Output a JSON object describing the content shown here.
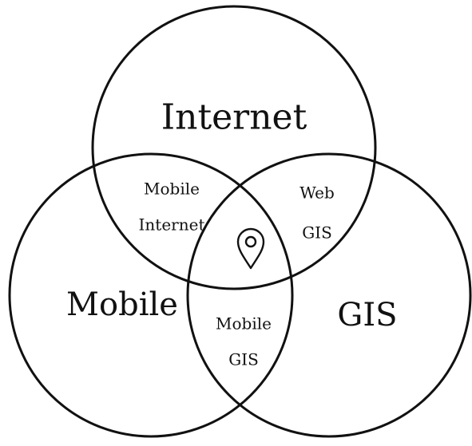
{
  "diagram": {
    "sets": {
      "internet": {
        "label": "Internet"
      },
      "mobile": {
        "label": "Mobile"
      },
      "gis": {
        "label": "GIS"
      }
    },
    "intersections": {
      "internet_mobile": {
        "line1": "Mobile",
        "line2": "Internet"
      },
      "internet_gis": {
        "line1": "Web",
        "line2": "GIS"
      },
      "mobile_gis": {
        "line1": "Mobile",
        "line2": "GIS"
      },
      "center_icon": "map-pin-icon"
    },
    "colors": {
      "stroke": "#111111",
      "background": "#ffffff"
    }
  }
}
